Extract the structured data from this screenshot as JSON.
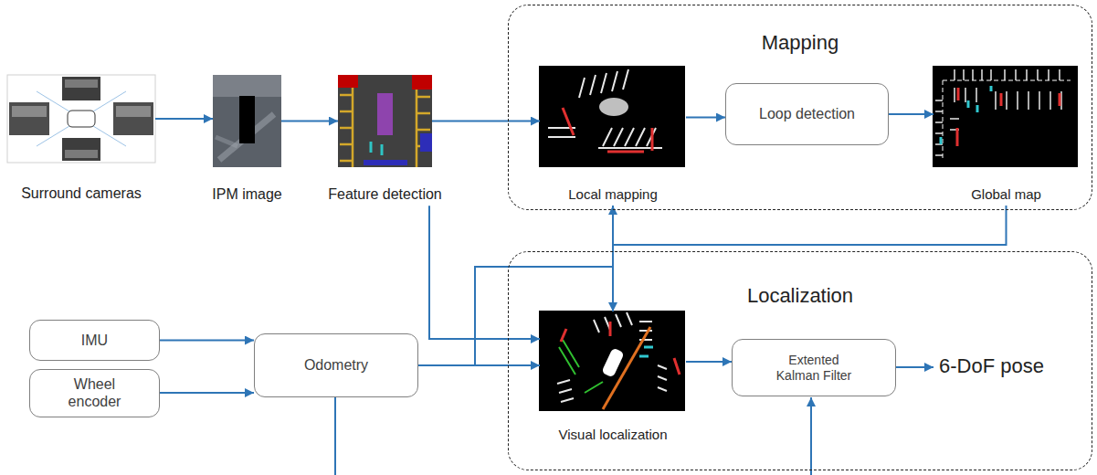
{
  "diagram": {
    "nodes": [
      {
        "text": [
          "Surround cameras"
        ]
      },
      {
        "text": [
          "IPM image"
        ]
      },
      {
        "text": [
          "Feature detection"
        ]
      },
      {
        "text": [
          "Mapping"
        ]
      },
      {
        "text": [
          "Local mapping"
        ],
        "in": 3
      },
      {
        "text": [
          "Loop detection"
        ],
        "in": 3
      },
      {
        "text": [
          "Global map"
        ],
        "in": 3
      },
      {
        "text": [
          "IMU"
        ]
      },
      {
        "text": [
          "Wheel encoder"
        ]
      },
      {
        "text": [
          "Odometry"
        ]
      },
      {
        "text": [
          "Localization"
        ]
      },
      {
        "text": [
          "Visual localization"
        ],
        "in": 10
      },
      {
        "text": [
          "Extented Kalman Filter"
        ],
        "in": 10
      }
    ],
    "edges": [
      {
        "from": 0,
        "to": 1,
        "arrow": "to"
      },
      {
        "from": 1,
        "to": 2,
        "arrow": "to"
      },
      {
        "from": 2,
        "to": 4,
        "arrow": "to"
      },
      {
        "from": 4,
        "to": 5,
        "arrow": "to"
      },
      {
        "from": 5,
        "to": 6,
        "arrow": "to"
      },
      {
        "from": 2,
        "to": 11,
        "arrow": "to"
      },
      {
        "from": 6,
        "to": 11,
        "arrow": "to"
      },
      {
        "from": 7,
        "to": 9,
        "arrow": "to"
      },
      {
        "from": 8,
        "to": 9,
        "arrow": "to"
      },
      {
        "from": 9,
        "to": 4,
        "arrow": "to"
      },
      {
        "from": 9,
        "to": 11,
        "arrow": "to"
      },
      {
        "from": 11,
        "to": 12,
        "arrow": "to"
      }
    ],
    "labels": [
      "6-DoF pose"
    ]
  }
}
